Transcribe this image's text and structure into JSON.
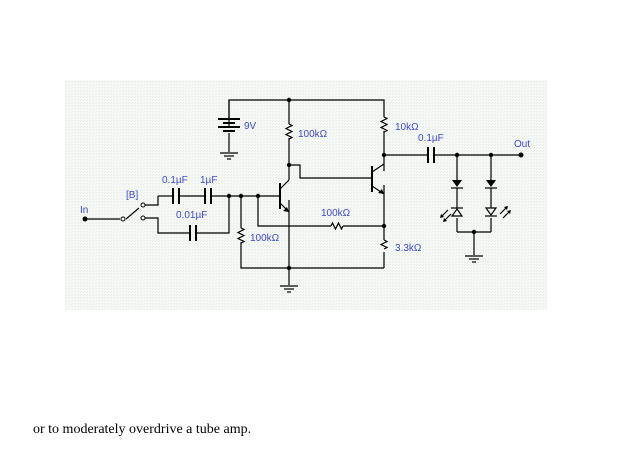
{
  "schematic": {
    "labels": {
      "battery": "9V",
      "r_collector1": "100kΩ",
      "r_collector2": "10kΩ",
      "c_out": "0.1µF",
      "out": "Out",
      "in": "In",
      "switch_b": "[B]",
      "c_in1": "0.1µF",
      "c_in2": "1µF",
      "c_in3": "0.01µF",
      "r_feedback": "100kΩ",
      "r_base": "100kΩ",
      "r_emitter": "3.3kΩ"
    },
    "colors": {
      "background": "#f3f6f3",
      "label": "#3f48cc",
      "wire": "#000000"
    }
  },
  "caption": "or to moderately overdrive a tube amp."
}
